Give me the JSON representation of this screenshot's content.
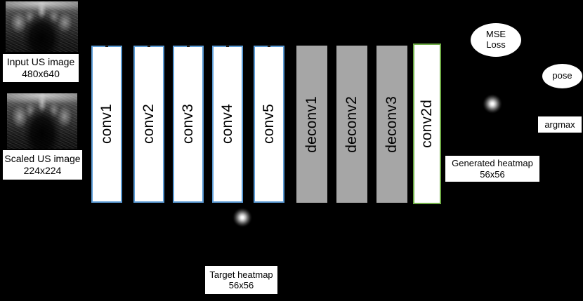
{
  "figure": {
    "background_color": "#000000",
    "title": "",
    "type": "neural-network-architecture-diagram"
  },
  "inputs": [
    {
      "id": "input-us-image",
      "image_alt": "grayscale ultrasound scan",
      "caption_line1": "Input US image",
      "caption_line2": "480x640"
    },
    {
      "id": "scaled-us-image",
      "image_alt": "grayscale ultrasound scan scaled",
      "caption_line1": "Scaled US image",
      "caption_line2": "224x224"
    }
  ],
  "layers": [
    {
      "label": "conv1",
      "kind": "conv",
      "fill": "#ffffff",
      "border": "#5b9bd5"
    },
    {
      "label": "conv2",
      "kind": "conv",
      "fill": "#ffffff",
      "border": "#5b9bd5"
    },
    {
      "label": "conv3",
      "kind": "conv",
      "fill": "#ffffff",
      "border": "#5b9bd5"
    },
    {
      "label": "conv4",
      "kind": "conv",
      "fill": "#ffffff",
      "border": "#5b9bd5"
    },
    {
      "label": "conv5",
      "kind": "conv",
      "fill": "#ffffff",
      "border": "#5b9bd5"
    },
    {
      "label": "deconv1",
      "kind": "deconv",
      "fill": "#a6a6a6",
      "border": "none"
    },
    {
      "label": "deconv2",
      "kind": "deconv",
      "fill": "#a6a6a6",
      "border": "none"
    },
    {
      "label": "deconv3",
      "kind": "deconv",
      "fill": "#a6a6a6",
      "border": "none"
    },
    {
      "label": "conv2d",
      "kind": "conv2d",
      "fill": "#ffffff",
      "border": "#70ad47"
    }
  ],
  "heatmaps": {
    "target": {
      "caption_line1": "Target heatmap",
      "caption_line2": "56x56"
    },
    "generated": {
      "caption_line1": "Generated heatmap",
      "caption_line2": "56x56"
    }
  },
  "nodes": {
    "mse_loss": {
      "line1": "MSE",
      "line2": "Loss",
      "shape": "ellipse"
    },
    "pose": {
      "line1": "pose",
      "shape": "ellipse"
    },
    "argmax": {
      "label": "argmax",
      "shape": "rect"
    }
  }
}
